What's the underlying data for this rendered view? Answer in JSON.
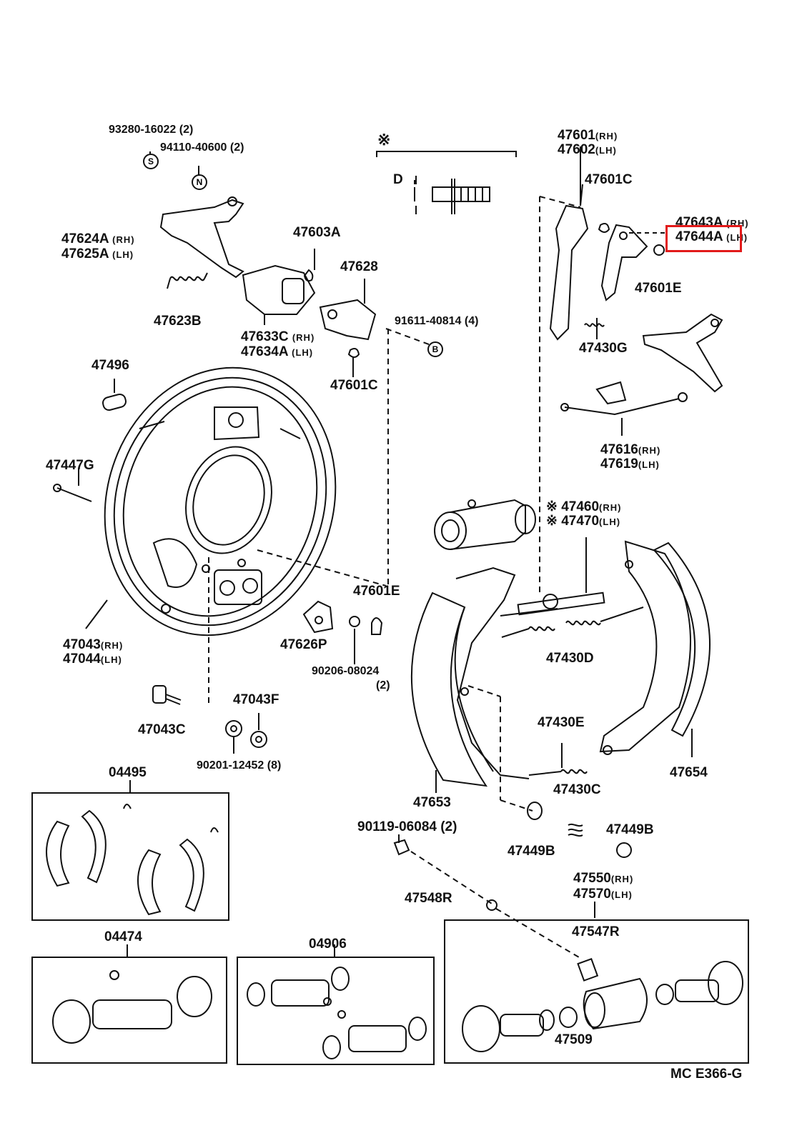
{
  "labels": {
    "p93280": "93280-16022 (2)",
    "p94110": "94110-40600 (2)",
    "p47624": "47624A",
    "p47625": "47625A",
    "p47623B": "47623B",
    "p47603A": "47603A",
    "p47628": "47628",
    "p47633C": "47633C",
    "p47634A": "47634A",
    "p91611": "91611-40814 (4)",
    "p47601C_a": "47601C",
    "p47496": "47496",
    "p47447G": "47447G",
    "p47043": "47043",
    "p47044": "47044",
    "p47626P": "47626P",
    "p47601E_a": "47601E",
    "p90206": "90206-08024",
    "p90206_qty": "(2)",
    "p47043C": "47043C",
    "p47043F": "47043F",
    "p90201": "90201-12452 (8)",
    "p04495": "04495",
    "p04474": "04474",
    "p04906": "04906",
    "p47601": "47601",
    "p47602": "47602",
    "p47601C_b": "47601C",
    "p47643A": "47643A",
    "p47644A": "47644A",
    "p47601E_b": "47601E",
    "p47430G": "47430G",
    "p47616": "47616",
    "p47619": "47619",
    "p47460": "47460",
    "p47470": "47470",
    "p47430D": "47430D",
    "p47430E": "47430E",
    "p47430C": "47430C",
    "p47653": "47653",
    "p47654": "47654",
    "p90119": "90119-06084 (2)",
    "p47449B_a": "47449B",
    "p47449B_b": "47449B",
    "p47548R": "47548R",
    "p47550": "47550",
    "p47570": "47570",
    "p47547R": "47547R",
    "p47509": "47509",
    "dim_D": "D",
    "star": "※",
    "star_a": "※",
    "star_b": "※",
    "rh": "(RH)",
    "lh": "(LH)",
    "circle_S": "S",
    "circle_N": "N",
    "circle_B": "B",
    "figure_code": "MC E366-G"
  },
  "highlight": {
    "part": "47644A",
    "color": "#e21a1a"
  }
}
